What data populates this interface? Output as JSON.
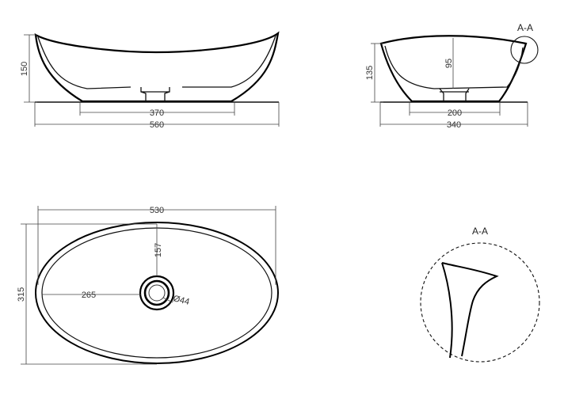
{
  "dimensions": {
    "front_height": "150",
    "front_drain_base": "370",
    "front_overall_width": "560",
    "side_height": "135",
    "side_inner_depth": "95",
    "side_base": "200",
    "side_overall_width": "340",
    "top_length": "530",
    "top_width": "315",
    "top_center_offset_x": "265",
    "top_center_offset_y": "157",
    "drain_diameter": "Ø44"
  },
  "section_labels": {
    "side_callout": "A-A",
    "detail_title": "A-A"
  }
}
